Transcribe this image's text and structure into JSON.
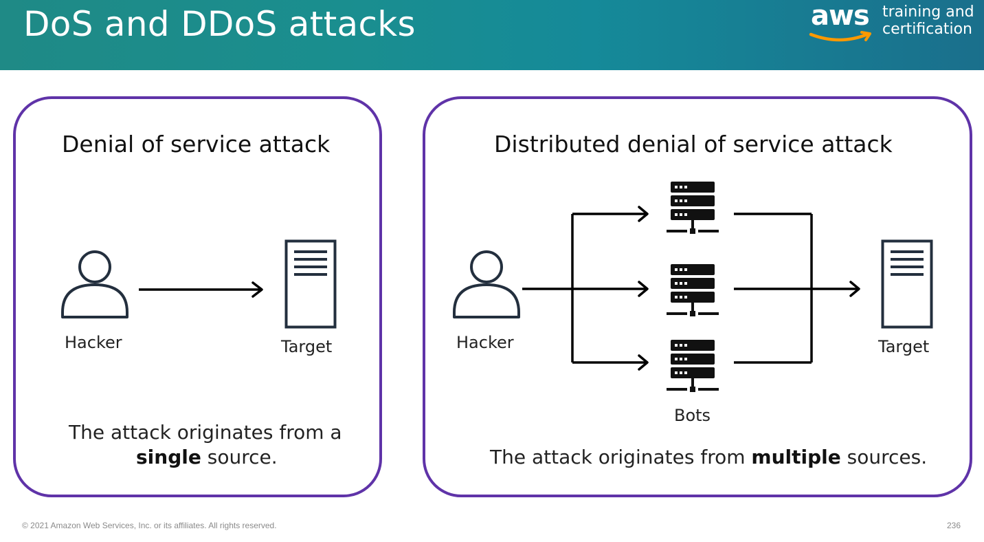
{
  "header": {
    "title": "DoS and DDoS attacks",
    "logo_word": "aws",
    "logo_tag_line1": "training and",
    "logo_tag_line2": "certification",
    "colors": {
      "gradient_start": "#1f8a86",
      "gradient_end": "#1a6f8c",
      "smile": "#ff9900"
    }
  },
  "dos": {
    "title": "Denial of service attack",
    "hacker_label": "Hacker",
    "target_label": "Target",
    "caption_line1": "The attack originates from a",
    "caption_bold": "single",
    "caption_rest": " source."
  },
  "ddos": {
    "title": "Distributed denial of service attack",
    "hacker_label": "Hacker",
    "bots_label": "Bots",
    "target_label": "Target",
    "caption_prefix": "The attack originates from ",
    "caption_bold": "multiple",
    "caption_suffix": " sources."
  },
  "icons": [
    "user-icon",
    "server-icon",
    "bot-server-icon",
    "arrow-icon"
  ],
  "panel_border_color": "#5f33a8",
  "footer": {
    "copyright": "© 2021 Amazon Web Services, Inc. or its affiliates. All rights reserved.",
    "page": "236"
  }
}
